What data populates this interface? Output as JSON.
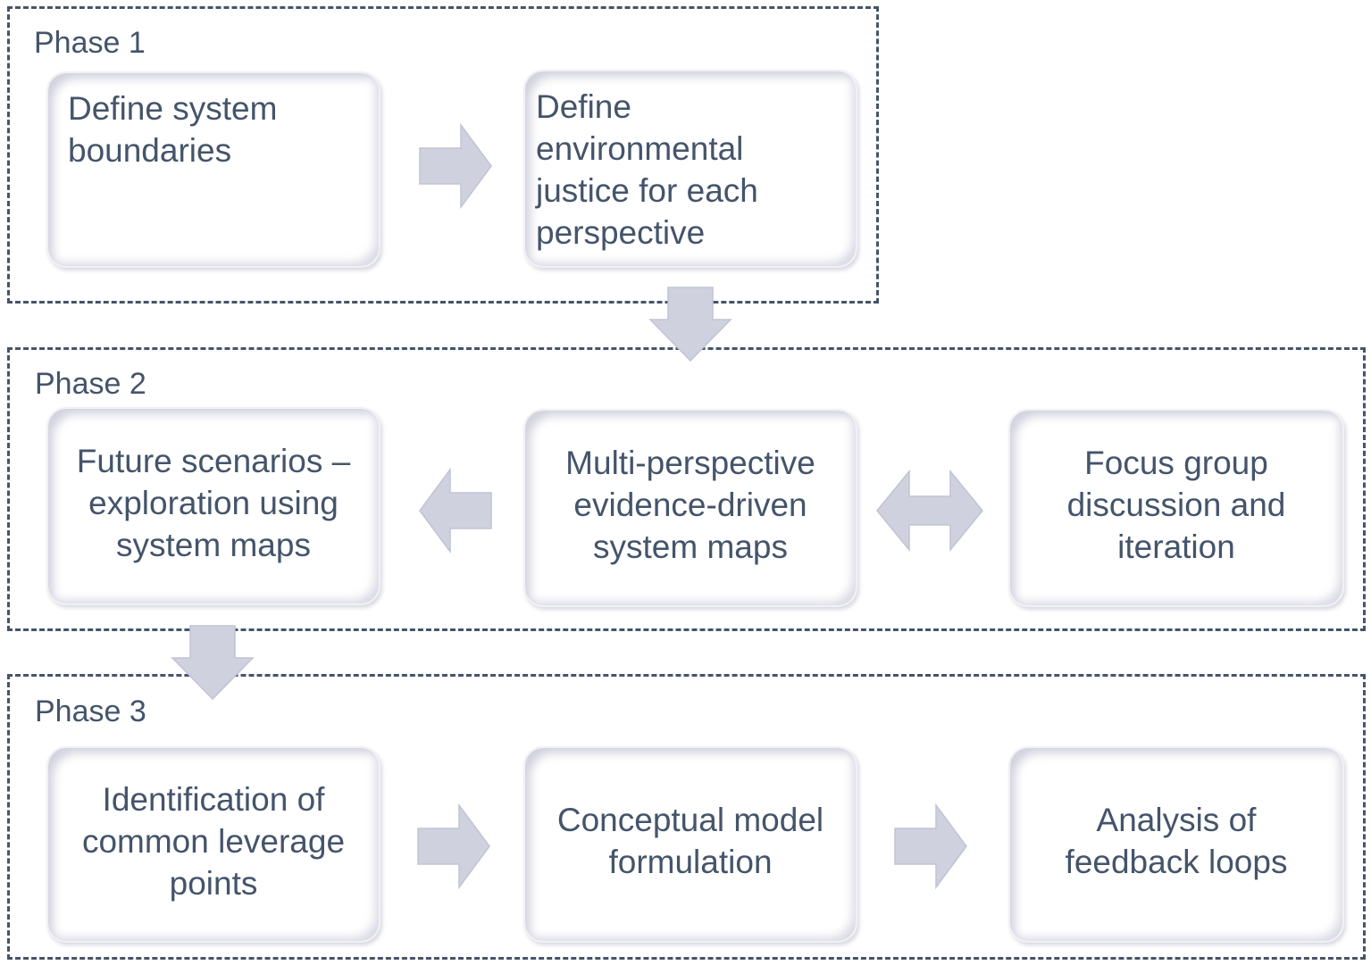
{
  "phases": [
    {
      "label": "Phase 1",
      "steps": [
        "Define system boundaries",
        "Define environmental justice for each perspective"
      ]
    },
    {
      "label": "Phase 2",
      "steps": [
        "Future scenarios – exploration using system maps",
        "Multi-perspective evidence-driven system maps",
        "Focus group discussion and iteration"
      ]
    },
    {
      "label": "Phase 3",
      "steps": [
        "Identification of common leverage points",
        "Conceptual model formulation",
        "Analysis of feedback loops"
      ]
    }
  ],
  "connectors": [
    {
      "from": "Define system boundaries",
      "to": "Define environmental justice for each perspective",
      "direction": "right"
    },
    {
      "from": "Define environmental justice for each perspective",
      "to": "Multi-perspective evidence-driven system maps",
      "direction": "down"
    },
    {
      "from": "Multi-perspective evidence-driven system maps",
      "to": "Focus group discussion and iteration",
      "direction": "both"
    },
    {
      "from": "Multi-perspective evidence-driven system maps",
      "to": "Future scenarios – exploration using system maps",
      "direction": "left"
    },
    {
      "from": "Future scenarios – exploration using system maps",
      "to": "Identification of common leverage points",
      "direction": "down"
    },
    {
      "from": "Identification of common leverage points",
      "to": "Conceptual model formulation",
      "direction": "right"
    },
    {
      "from": "Conceptual model formulation",
      "to": "Analysis of feedback loops",
      "direction": "right"
    }
  ],
  "colors": {
    "text": "#44546a",
    "border": "#44546a",
    "arrow_fill": "#cfd2de",
    "box_shadow": "#c4c4d4"
  }
}
